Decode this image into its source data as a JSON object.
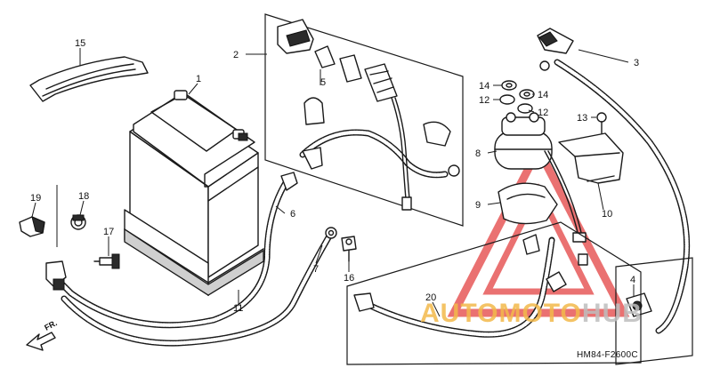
{
  "diagram_code": "HM84-F2600C",
  "direction_label": "FR.",
  "watermark": {
    "part1": "AUTO",
    "part2": "MOTO",
    "part3": "HUB",
    "color_red": "#e23a3a",
    "color_orange": "#f2b84a"
  },
  "callouts": [
    {
      "id": "c1",
      "text": "1"
    },
    {
      "id": "c2",
      "text": "2"
    },
    {
      "id": "c3",
      "text": "3"
    },
    {
      "id": "c4",
      "text": "4"
    },
    {
      "id": "c5",
      "text": "5"
    },
    {
      "id": "c6",
      "text": "6"
    },
    {
      "id": "c7",
      "text": "7"
    },
    {
      "id": "c8",
      "text": "8"
    },
    {
      "id": "c9",
      "text": "9"
    },
    {
      "id": "c10",
      "text": "10"
    },
    {
      "id": "c11",
      "text": "11"
    },
    {
      "id": "c12a",
      "text": "12"
    },
    {
      "id": "c12b",
      "text": "12"
    },
    {
      "id": "c13",
      "text": "13"
    },
    {
      "id": "c14a",
      "text": "14"
    },
    {
      "id": "c14b",
      "text": "14"
    },
    {
      "id": "c15",
      "text": "15"
    },
    {
      "id": "c16",
      "text": "16"
    },
    {
      "id": "c17",
      "text": "17"
    },
    {
      "id": "c18",
      "text": "18"
    },
    {
      "id": "c19",
      "text": "19"
    },
    {
      "id": "c20",
      "text": "20"
    }
  ]
}
